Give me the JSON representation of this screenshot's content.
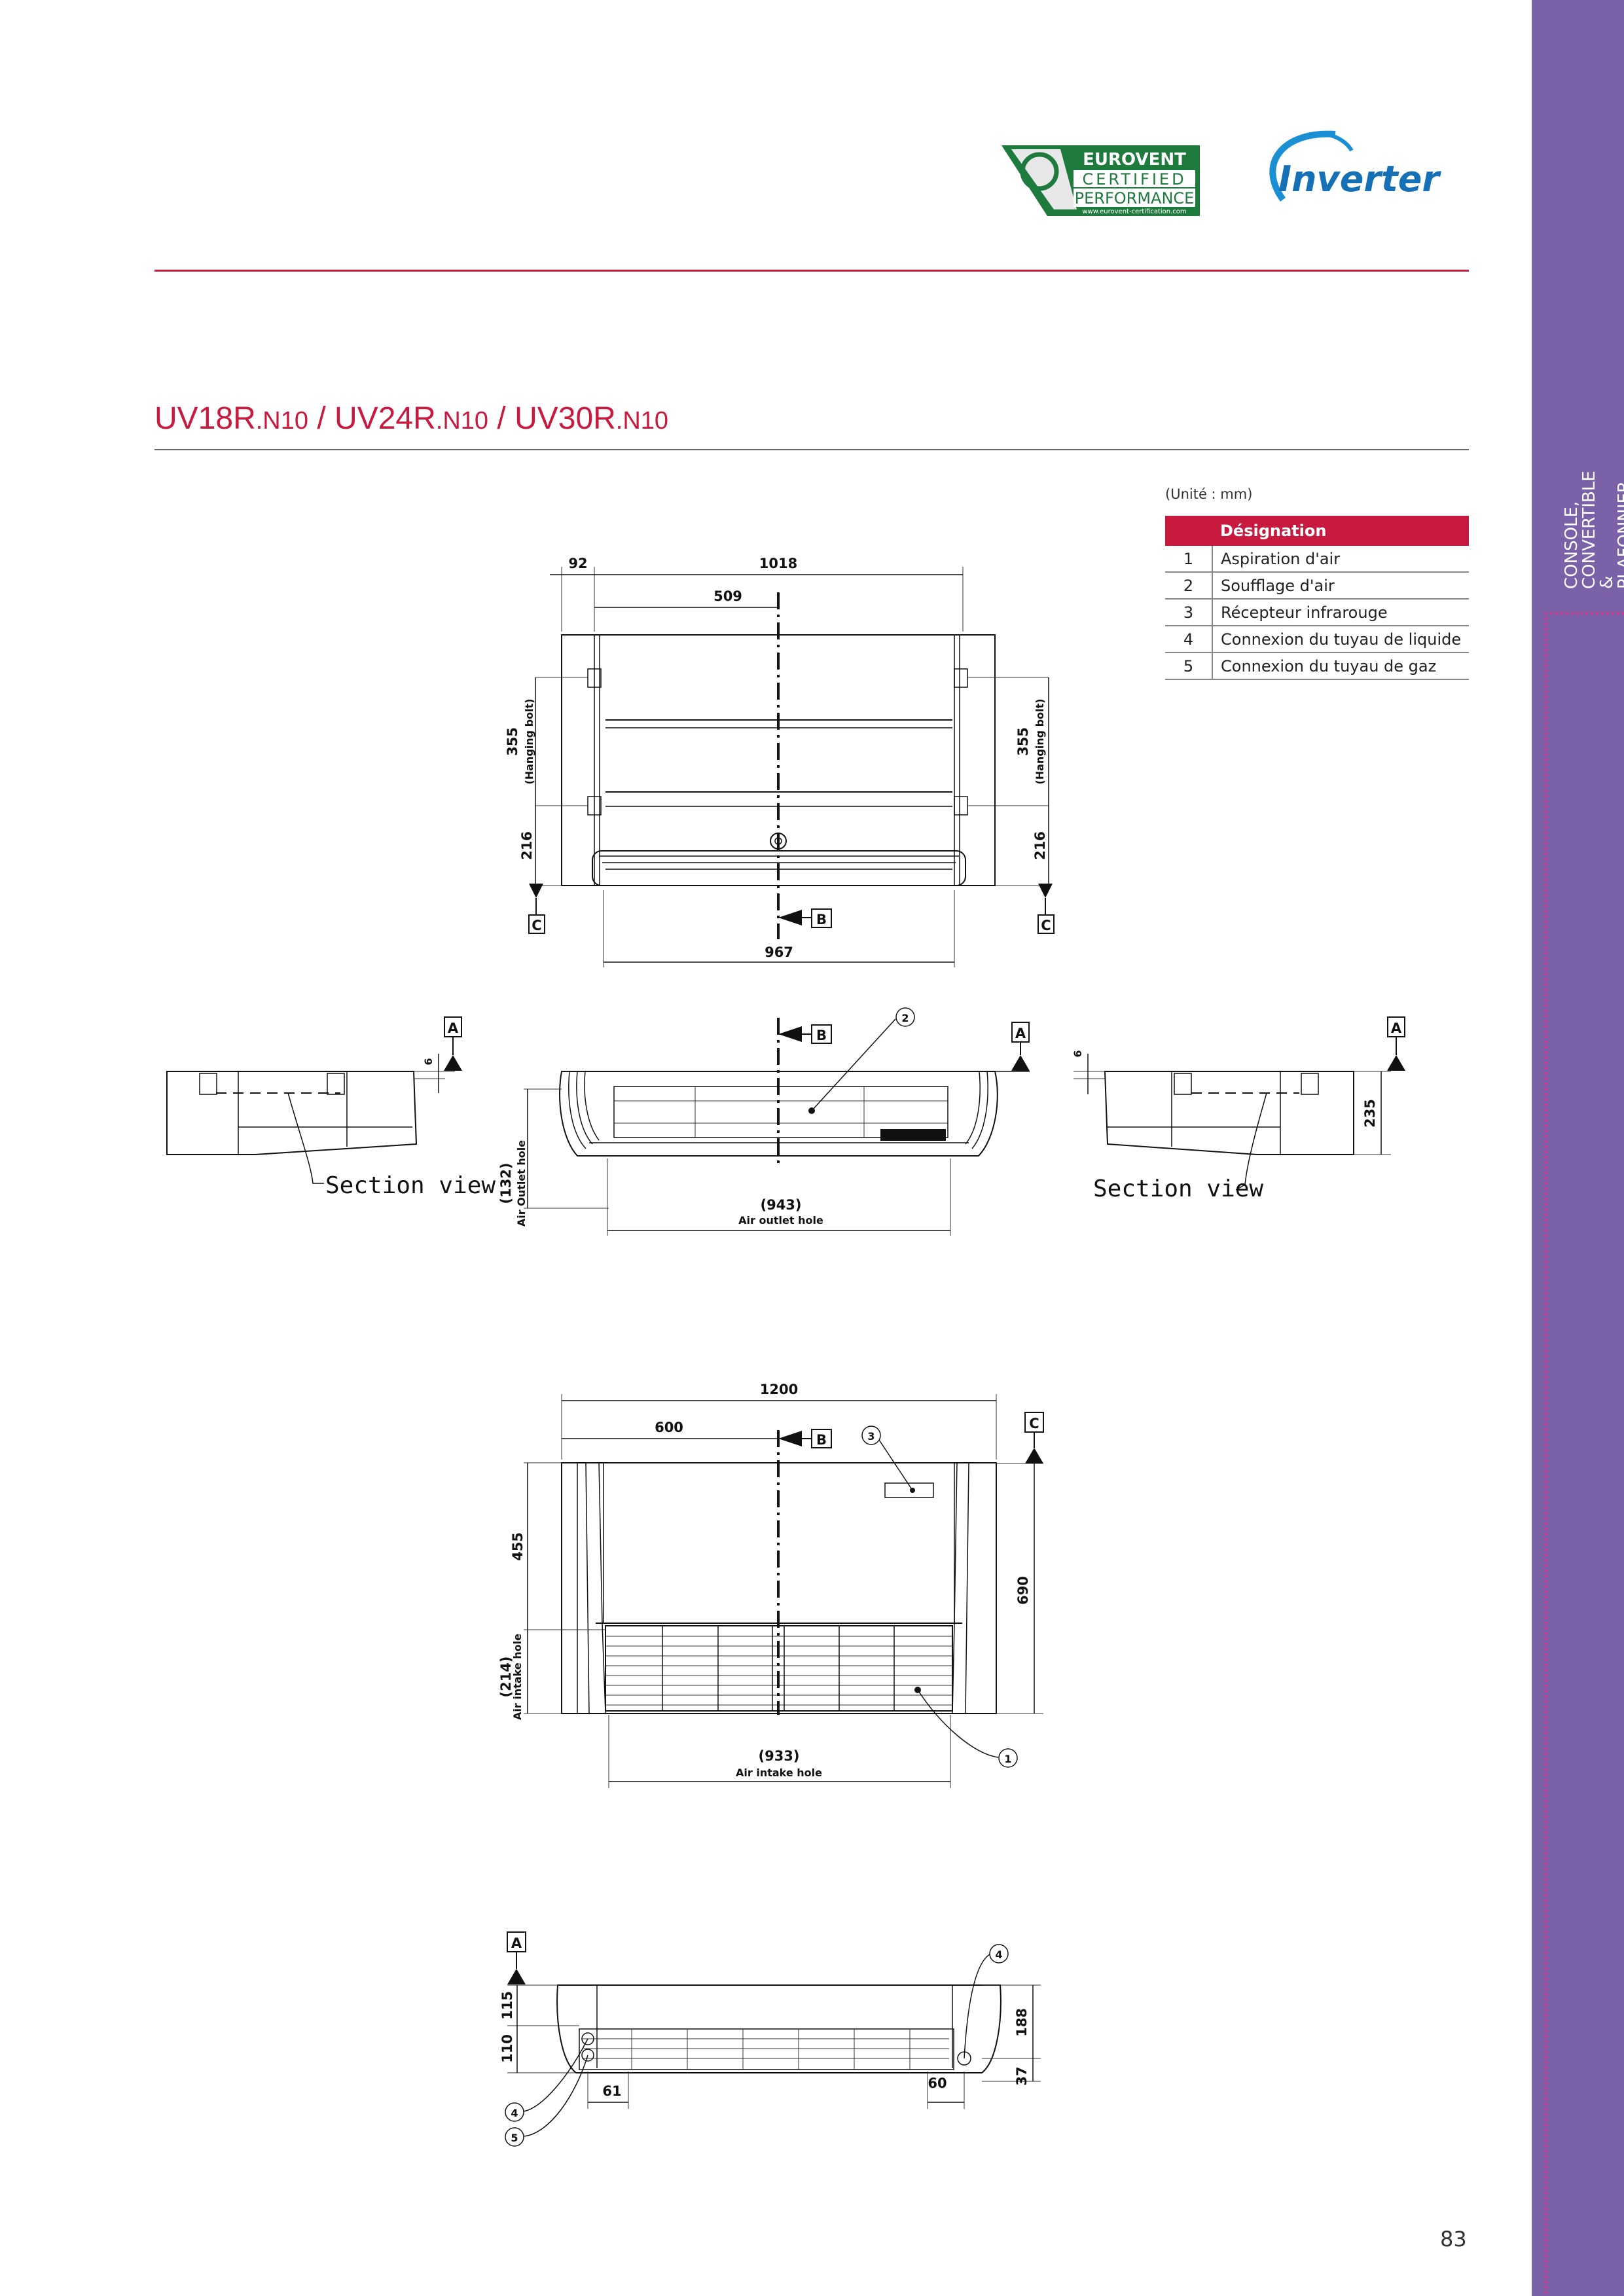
{
  "logos": {
    "eurovent": {
      "line1": "EUROVENT",
      "line2": "CERTIFIED",
      "line3": "PERFORMANCE",
      "url": "www.eurovent-certification.com"
    },
    "inverter": "Inverter"
  },
  "sidebar": {
    "line1": "CONSOLE,",
    "line2": "CONVERTIBLE",
    "line3": "& PLAFONNIER"
  },
  "title": {
    "m1": "UV18R",
    "s1": ".N10",
    "sep1": " / ",
    "m2": "UV24R",
    "s2": ".N10",
    "sep2": " / ",
    "m3": "UV30R",
    "s3": ".N10"
  },
  "unit_note": "(Unité : mm)",
  "table": {
    "header": "Désignation",
    "rows": [
      {
        "num": "1",
        "label": "Aspiration d'air"
      },
      {
        "num": "2",
        "label": "Soufflage d'air"
      },
      {
        "num": "3",
        "label": "Récepteur infrarouge"
      },
      {
        "num": "4",
        "label": "Connexion du tuyau de liquide"
      },
      {
        "num": "5",
        "label": "Connexion du tuyau de gaz"
      }
    ]
  },
  "drawing": {
    "top_view": {
      "d_92": "92",
      "d_1018": "1018",
      "d_509": "509",
      "d_355": "355",
      "hanging": "(Hanging bolt)",
      "d_216": "216",
      "d_967": "967",
      "mark_b": "B",
      "mark_c": "C"
    },
    "front_view": {
      "d_132": "(132)",
      "air_outlet": "Air Outlet hole",
      "d_943": "(943)",
      "air_outlet_hole": "Air outlet hole",
      "d_6": "6",
      "d_235": "235",
      "mark_a": "A",
      "mark_b": "B",
      "callout_2": "2",
      "section": "Section view"
    },
    "bottom_view": {
      "d_1200": "1200",
      "d_600": "600",
      "d_455": "455",
      "d_214": "(214)",
      "air_intake": "Air intake hole",
      "d_690": "690",
      "d_933": "(933)",
      "air_intake_hole": "Air intake hole",
      "mark_b": "B",
      "mark_c": "C",
      "callout_3": "3",
      "callout_1": "1"
    },
    "side_view": {
      "d_115": "115",
      "d_110": "110",
      "d_61": "61",
      "d_60": "60",
      "d_188": "188",
      "d_37": "37",
      "mark_a": "A",
      "callout_4": "4",
      "callout_5": "5"
    }
  },
  "page_number": "83"
}
